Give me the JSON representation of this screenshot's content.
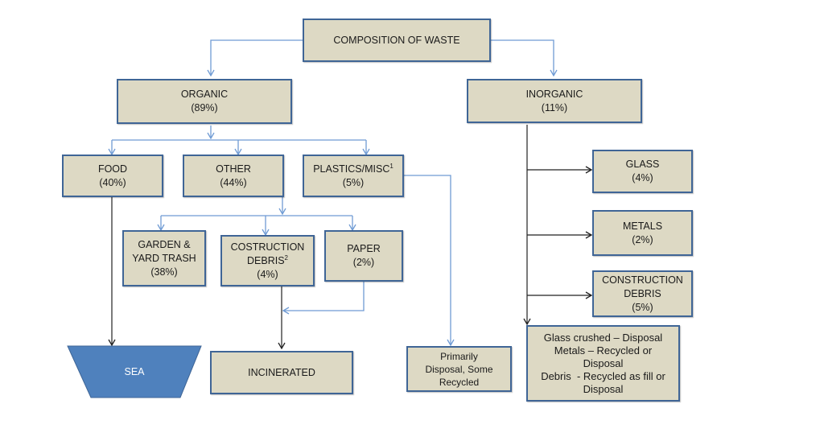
{
  "diagram": {
    "root": {
      "label": "COMPOSITION OF WASTE"
    },
    "organic": {
      "label": "ORGANIC",
      "share": "(89%)"
    },
    "inorganic": {
      "label": "INORGANIC",
      "share": "(11%)"
    },
    "food": {
      "label": "FOOD",
      "share": "(40%)"
    },
    "other": {
      "label": "OTHER",
      "share": "(44%)"
    },
    "plastics": {
      "label": "PLASTICS/MISC",
      "footnote": "1",
      "share": "(5%)"
    },
    "garden": {
      "line1": "GARDEN &",
      "line2": "YARD TRASH",
      "share": "(38%)"
    },
    "costruction": {
      "line1": "COSTRUCTION",
      "line2": "DEBRIS",
      "footnote": "2",
      "share": "(4%)"
    },
    "paper": {
      "label": "PAPER",
      "share": "(2%)"
    },
    "glass": {
      "label": "GLASS",
      "share": "(4%)"
    },
    "metals": {
      "label": "METALS",
      "share": "(2%)"
    },
    "construction_debris": {
      "line1": "CONSTRUCTION",
      "line2": "DEBRIS",
      "share": "(5%)"
    },
    "sea": {
      "label": "SEA"
    },
    "incinerated": {
      "label": "INCINERATED"
    },
    "plastics_fate": {
      "line1": "Primarily",
      "line2": "Disposal, Some",
      "line3": "Recycled"
    },
    "inorganic_fate": {
      "line1": "Glass crushed – Disposal",
      "line2": "Metals – Recycled or",
      "line3": "Disposal",
      "line4": "Debris  - Recycled as fill or",
      "line5": "Disposal"
    },
    "colors": {
      "box_fill": "#ddd9c4",
      "box_border": "#3f6596",
      "blue_connector": "#6f9bd4",
      "black_connector": "#222222",
      "sea_fill": "#4f81bd"
    }
  }
}
